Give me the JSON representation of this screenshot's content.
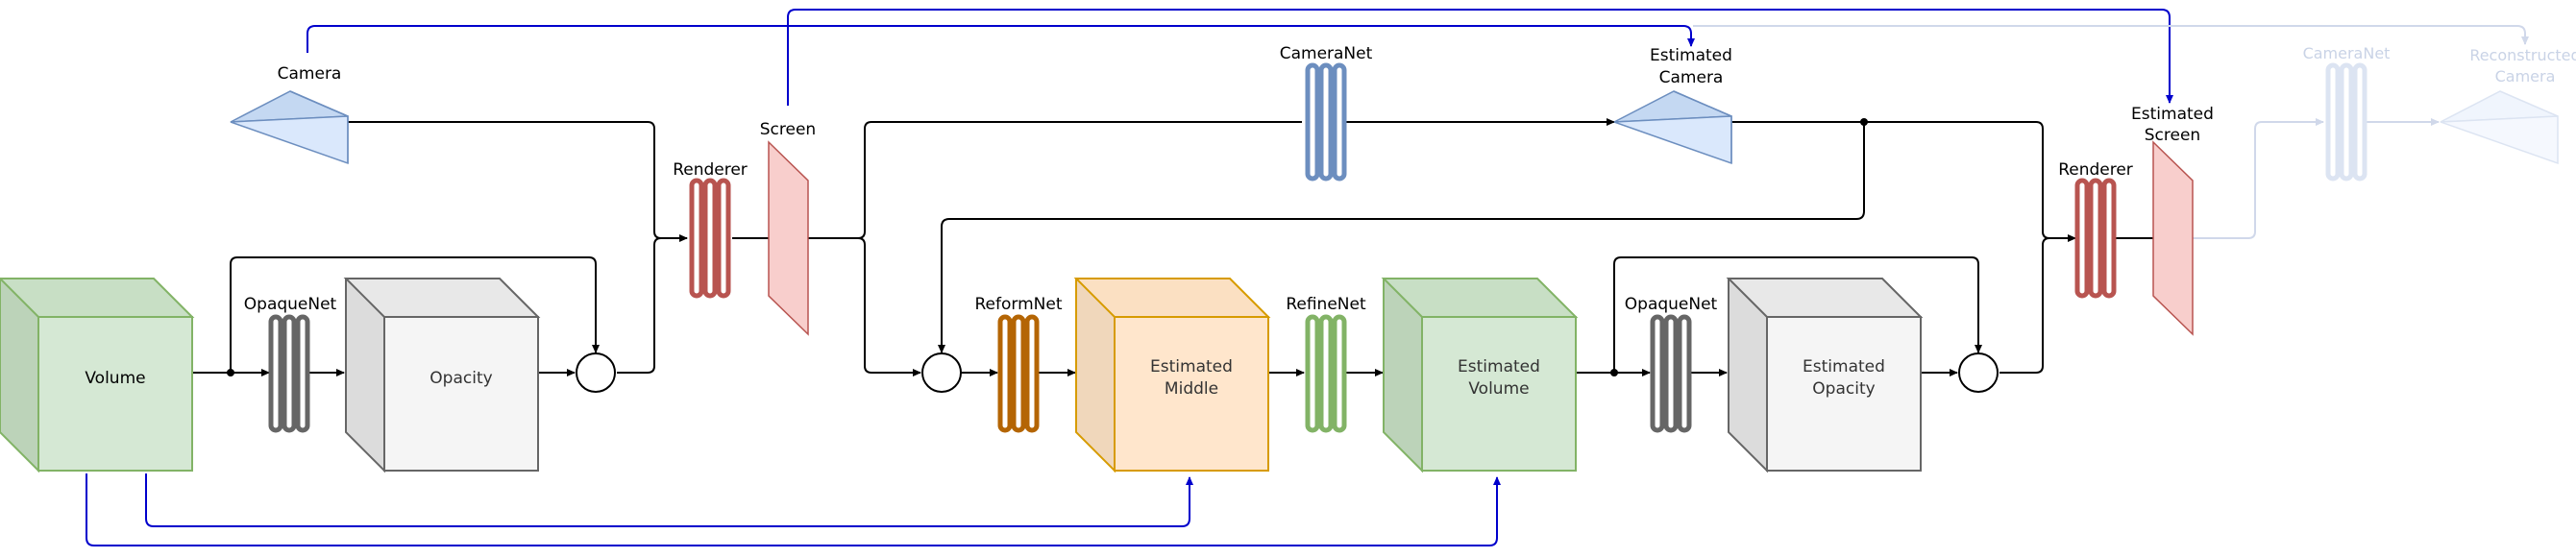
{
  "labels": {
    "camera": "Camera",
    "screen": "Screen",
    "renderer_1": "Renderer",
    "opaquenet_1": "OpaqueNet",
    "volume": "Volume",
    "opacity": "Opacity",
    "cameranet": "CameraNet",
    "estimated_camera": [
      "Estimated",
      "Camera"
    ],
    "reformnet": "ReformNet",
    "estimated_middle": [
      "Estimated",
      "Middle"
    ],
    "refinenet": "RefineNet",
    "estimated_volume": [
      "Estimated",
      "Volume"
    ],
    "opaquenet_2": "OpaqueNet",
    "estimated_opacity": [
      "Estimated",
      "Opacity"
    ],
    "renderer_2": "Renderer",
    "estimated_screen": [
      "Estimated",
      "Screen"
    ],
    "cameranet_faded": "CameraNet",
    "reconstructed_camera": [
      "Reconstructed",
      "Camera"
    ]
  },
  "colors": {
    "green_fill": "#d5e8d4",
    "green_stroke": "#82b366",
    "gray_fill": "#f5f5f5",
    "gray_stroke": "#666666",
    "orange_fill": "#ffe6cc",
    "orange_stroke": "#d79b00",
    "blue_fill": "#dae8fc",
    "blue_stroke": "#6c8ebf",
    "red_fill": "#f8cecc",
    "red_stroke": "#b85450",
    "loss_line": "#0000cc"
  }
}
